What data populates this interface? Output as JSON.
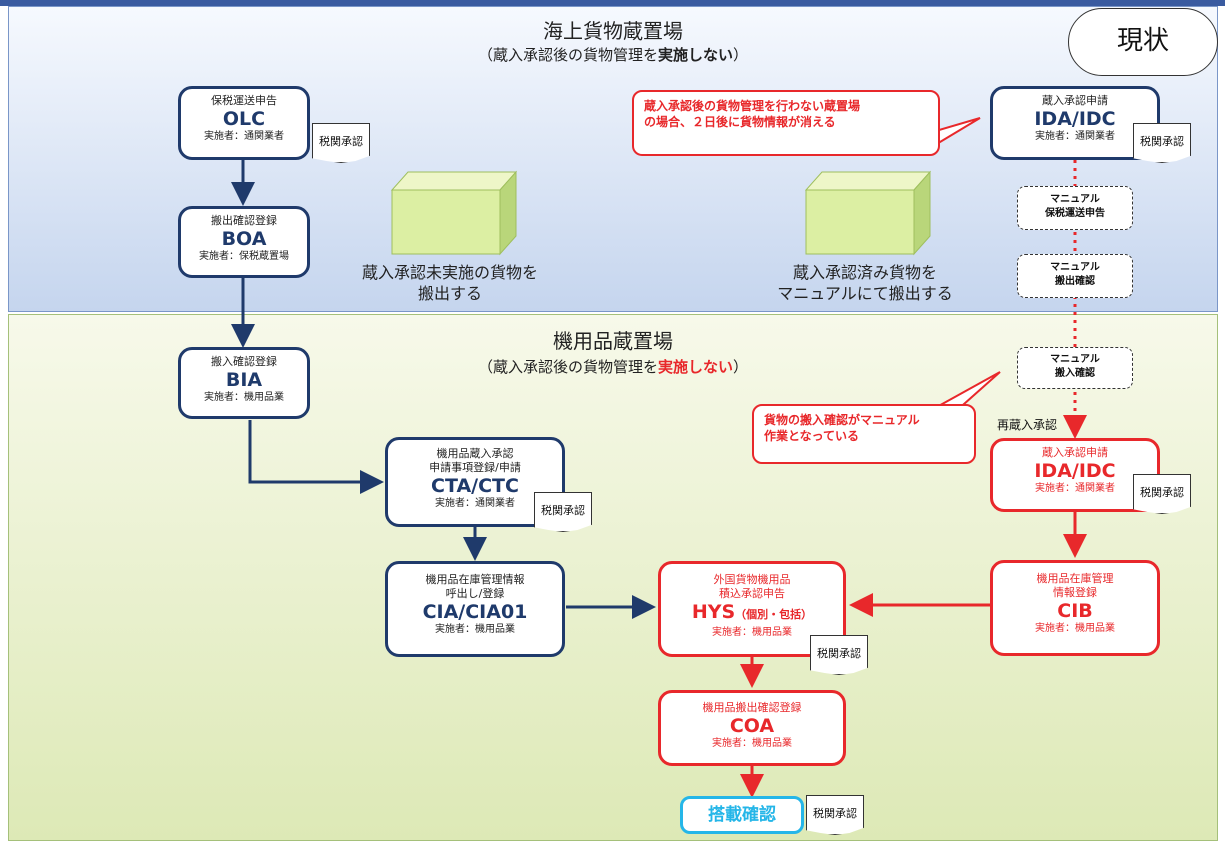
{
  "status_label": "現状",
  "sea_zone": {
    "title": "海上貨物蔵置場",
    "subtitle_pre": "（蔵入承認後の貨物管理を",
    "subtitle_strong": "実施しない",
    "subtitle_post": "）",
    "caption_left_1": "蔵入承認未実施の貨物を",
    "caption_left_2": "搬出する",
    "caption_right_1": "蔵入承認済み貨物を",
    "caption_right_2": "マニュアルにて搬出する"
  },
  "parts_zone": {
    "title": "機用品蔵置場",
    "subtitle_pre": "（蔵入承認後の貨物管理を",
    "subtitle_strong": "実施しない",
    "subtitle_post": "）"
  },
  "boxes": {
    "olc": {
      "label": "保税運送申告",
      "code": "OLC",
      "doer": "実施者：通関業者"
    },
    "boa": {
      "label": "搬出確認登録",
      "code": "BOA",
      "doer": "実施者：保税蔵置場"
    },
    "bia": {
      "label": "搬入確認登録",
      "code": "BIA",
      "doer": "実施者：機用品業"
    },
    "cta": {
      "label1": "機用品蔵入承認",
      "label2": "申請事項登録/申請",
      "code": "CTA/CTC",
      "doer": "実施者：通関業者"
    },
    "cia": {
      "label1": "機用品在庫管理情報",
      "label2": "呼出し/登録",
      "code": "CIA/CIA01",
      "doer": "実施者：機用品業"
    },
    "hys": {
      "label1": "外国貨物機用品",
      "label2": "積込承認申告",
      "code": "HYS",
      "code_suffix": "（個別・包括）",
      "doer": "実施者：機用品業"
    },
    "coa": {
      "label": "機用品搬出確認登録",
      "code": "COA",
      "doer": "実施者：機用品業"
    },
    "ida_top": {
      "label": "蔵入承認申請",
      "code": "IDA/IDC",
      "doer": "実施者：通関業者"
    },
    "ida_red": {
      "label": "蔵入承認申請",
      "code": "IDA/IDC",
      "doer": "実施者：通関業者"
    },
    "cib": {
      "label1": "機用品在庫管理",
      "label2": "情報登録",
      "code": "CIB",
      "doer": "実施者：機用品業"
    },
    "final": {
      "label": "搭載確認"
    }
  },
  "doc_label": "税関承認",
  "manual": {
    "m1_1": "マニュアル",
    "m1_2": "保税運送申告",
    "m2_1": "マニュアル",
    "m2_2": "搬出確認",
    "m3_1": "マニュアル",
    "m3_2": "搬入確認"
  },
  "reentry_label": "再蔵入承認",
  "callouts": {
    "top_1": "蔵入承認後の貨物管理を行わない蔵置場",
    "top_2": "の場合、２日後に貨物情報が消える",
    "mid_1": "貨物の搬入確認がマニュアル",
    "mid_2": "作業となっている"
  },
  "colors": {
    "navy": "#1f3a6b",
    "red": "#e8282b",
    "cyan": "#25b6e8",
    "cube": "#d6ec9a"
  }
}
